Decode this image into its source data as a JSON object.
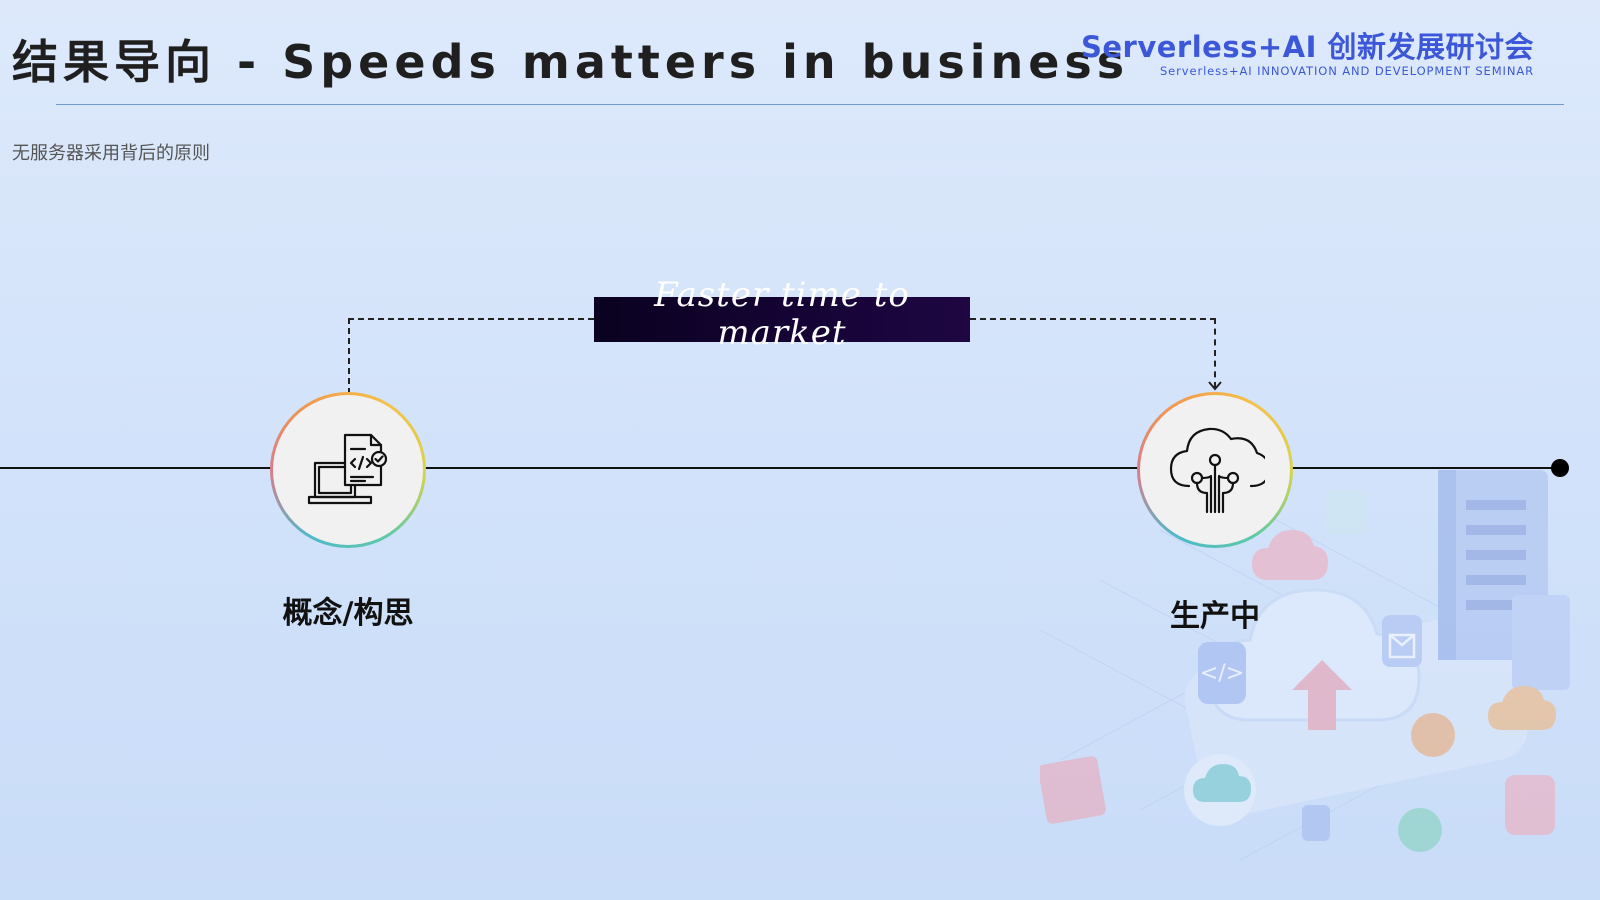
{
  "header": {
    "title": "结果导向 - Speeds matters in business",
    "brand_title": "Serverless+AI 创新发展研讨会",
    "brand_subtitle": "Serverless+AI INNOVATION AND DEVELOPMENT SEMINAR"
  },
  "subtitle": "无服务器采用背后的原则",
  "callout": {
    "text": "Faster time to market"
  },
  "timeline": {
    "stages": [
      {
        "label": "概念/构思",
        "icon": "laptop-code-document-icon"
      },
      {
        "label": "生产中",
        "icon": "cloud-circuit-icon"
      }
    ]
  },
  "colors": {
    "brand": "#3c58d8",
    "callout_bg": "#140331",
    "line": "#111111"
  }
}
